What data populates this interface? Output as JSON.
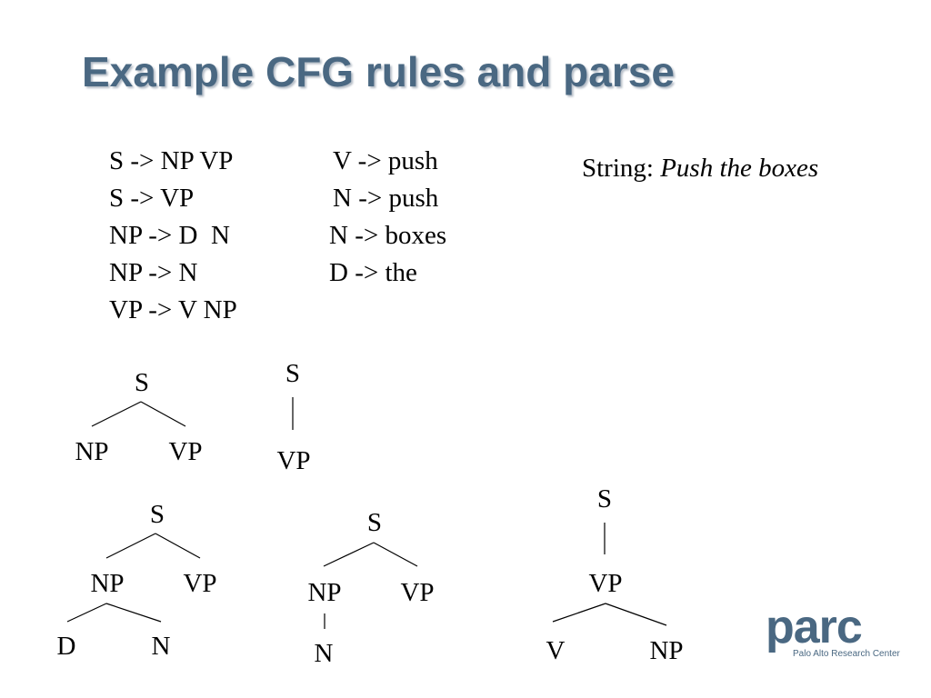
{
  "slide": {
    "title": "Example CFG rules and parse"
  },
  "rules": {
    "left": [
      "S -> NP VP",
      "S -> VP",
      "NP -> D  N",
      "NP -> N",
      "VP -> V NP"
    ],
    "right": [
      "V -> push",
      "N -> push",
      "N -> boxes",
      "D -> the"
    ]
  },
  "string": {
    "label": "String: ",
    "value": "Push the boxes"
  },
  "trees": {
    "t1": {
      "root": "S",
      "left": "NP",
      "right": "VP"
    },
    "t2": {
      "root": "S",
      "child": "VP"
    },
    "t3": {
      "root": "S",
      "np": "NP",
      "vp": "VP",
      "d": "D",
      "n": "N"
    },
    "t4": {
      "root": "S",
      "np": "NP",
      "vp": "VP",
      "n": "N"
    },
    "t5": {
      "root": "S",
      "vp": "VP",
      "v": "V",
      "np": "NP"
    }
  },
  "logo": {
    "word": "parc",
    "subtitle": "Palo Alto Research Center"
  },
  "colors": {
    "title": "#4a6882",
    "logo": "#4a6882"
  }
}
